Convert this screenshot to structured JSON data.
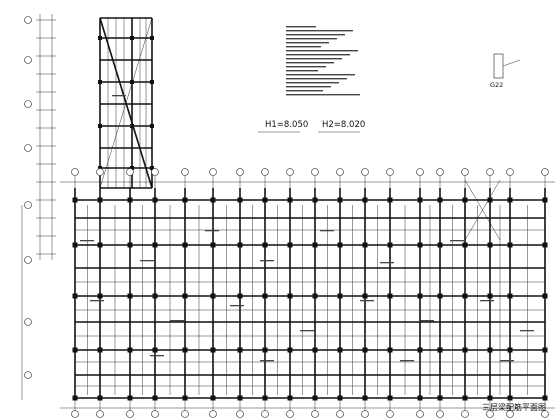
{
  "drawing": {
    "elevation_1": "H1=8.050",
    "elevation_2": "H2=8.020",
    "detail_tag": "G22",
    "caption": "三层梁配筋平面图"
  }
}
